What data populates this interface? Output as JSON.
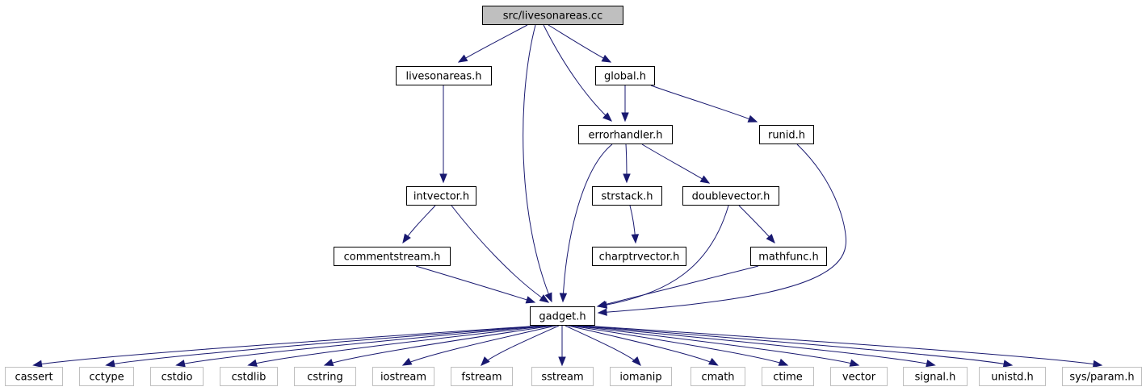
{
  "diagram": {
    "title": "",
    "colors": {
      "edge": "#191970",
      "root_fill": "#bfbfbf",
      "node_border": "#000000",
      "system_border": "#bfbfbf"
    },
    "nodes": [
      {
        "id": "root",
        "label": "src/livesonareas.cc",
        "kind": "root"
      },
      {
        "id": "livesonareas",
        "label": "livesonareas.h",
        "kind": "project"
      },
      {
        "id": "global",
        "label": "global.h",
        "kind": "project"
      },
      {
        "id": "errorhandler",
        "label": "errorhandler.h",
        "kind": "project"
      },
      {
        "id": "runid",
        "label": "runid.h",
        "kind": "project"
      },
      {
        "id": "intvector",
        "label": "intvector.h",
        "kind": "project"
      },
      {
        "id": "strstack",
        "label": "strstack.h",
        "kind": "project"
      },
      {
        "id": "doublevector",
        "label": "doublevector.h",
        "kind": "project"
      },
      {
        "id": "commentstream",
        "label": "commentstream.h",
        "kind": "project"
      },
      {
        "id": "charptrvector",
        "label": "charptrvector.h",
        "kind": "project"
      },
      {
        "id": "mathfunc",
        "label": "mathfunc.h",
        "kind": "project"
      },
      {
        "id": "gadget",
        "label": "gadget.h",
        "kind": "project"
      },
      {
        "id": "cassert",
        "label": "cassert",
        "kind": "system"
      },
      {
        "id": "cctype",
        "label": "cctype",
        "kind": "system"
      },
      {
        "id": "cstdio",
        "label": "cstdio",
        "kind": "system"
      },
      {
        "id": "cstdlib",
        "label": "cstdlib",
        "kind": "system"
      },
      {
        "id": "cstring",
        "label": "cstring",
        "kind": "system"
      },
      {
        "id": "iostream",
        "label": "iostream",
        "kind": "system"
      },
      {
        "id": "fstream",
        "label": "fstream",
        "kind": "system"
      },
      {
        "id": "sstream",
        "label": "sstream",
        "kind": "system"
      },
      {
        "id": "iomanip",
        "label": "iomanip",
        "kind": "system"
      },
      {
        "id": "cmath",
        "label": "cmath",
        "kind": "system"
      },
      {
        "id": "ctime",
        "label": "ctime",
        "kind": "system"
      },
      {
        "id": "vector",
        "label": "vector",
        "kind": "system"
      },
      {
        "id": "signal",
        "label": "signal.h",
        "kind": "system"
      },
      {
        "id": "unistd",
        "label": "unistd.h",
        "kind": "system"
      },
      {
        "id": "sysparam",
        "label": "sys/param.h",
        "kind": "system"
      }
    ],
    "edges": [
      {
        "from": "root",
        "to": "livesonareas"
      },
      {
        "from": "root",
        "to": "gadget"
      },
      {
        "from": "root",
        "to": "errorhandler"
      },
      {
        "from": "root",
        "to": "global"
      },
      {
        "from": "livesonareas",
        "to": "intvector"
      },
      {
        "from": "intvector",
        "to": "commentstream"
      },
      {
        "from": "intvector",
        "to": "gadget"
      },
      {
        "from": "commentstream",
        "to": "gadget"
      },
      {
        "from": "global",
        "to": "errorhandler"
      },
      {
        "from": "global",
        "to": "runid"
      },
      {
        "from": "errorhandler",
        "to": "gadget"
      },
      {
        "from": "errorhandler",
        "to": "strstack"
      },
      {
        "from": "errorhandler",
        "to": "doublevector"
      },
      {
        "from": "strstack",
        "to": "charptrvector"
      },
      {
        "from": "doublevector",
        "to": "gadget"
      },
      {
        "from": "doublevector",
        "to": "mathfunc"
      },
      {
        "from": "mathfunc",
        "to": "gadget"
      },
      {
        "from": "runid",
        "to": "gadget"
      },
      {
        "from": "gadget",
        "to": "cassert"
      },
      {
        "from": "gadget",
        "to": "cctype"
      },
      {
        "from": "gadget",
        "to": "cstdio"
      },
      {
        "from": "gadget",
        "to": "cstdlib"
      },
      {
        "from": "gadget",
        "to": "cstring"
      },
      {
        "from": "gadget",
        "to": "iostream"
      },
      {
        "from": "gadget",
        "to": "fstream"
      },
      {
        "from": "gadget",
        "to": "sstream"
      },
      {
        "from": "gadget",
        "to": "iomanip"
      },
      {
        "from": "gadget",
        "to": "cmath"
      },
      {
        "from": "gadget",
        "to": "ctime"
      },
      {
        "from": "gadget",
        "to": "vector"
      },
      {
        "from": "gadget",
        "to": "signal"
      },
      {
        "from": "gadget",
        "to": "unistd"
      },
      {
        "from": "gadget",
        "to": "sysparam"
      }
    ]
  }
}
